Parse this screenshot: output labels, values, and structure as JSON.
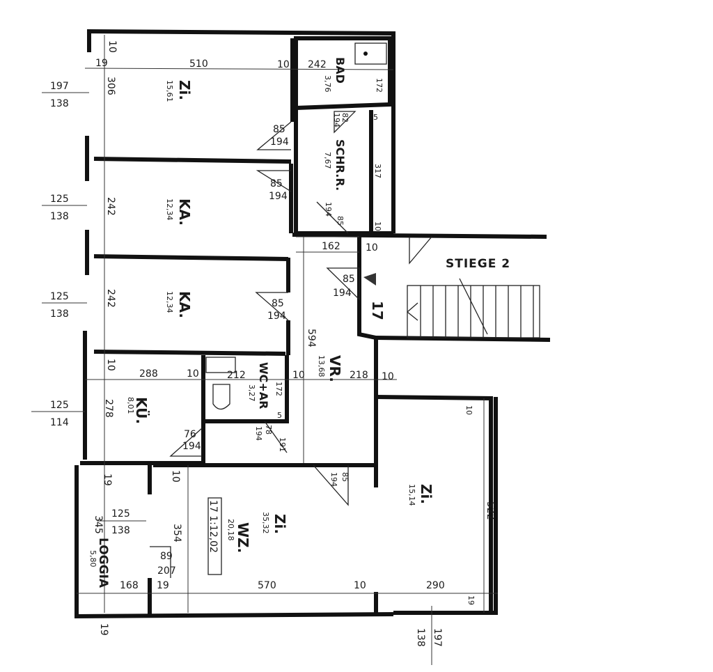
{
  "plan": {
    "stair_label": "STIEGE 2",
    "unit_label": "17",
    "unit_box": "17 1:12,02",
    "rooms": [
      {
        "name": "Zi.",
        "area": "15,61"
      },
      {
        "name": "KA.",
        "area": "12,34"
      },
      {
        "name": "KA.",
        "area": "12,34"
      },
      {
        "name": "KÜ.",
        "area": "8,01"
      },
      {
        "name": "WC+AR",
        "area": "3,27"
      },
      {
        "name": "BAD",
        "area": "3,76"
      },
      {
        "name": "SCHR.R.",
        "area": "7,67"
      },
      {
        "name": "VR.",
        "area": "13,68"
      },
      {
        "name": "Zi.",
        "area": "15,14"
      },
      {
        "name": "WZ.",
        "area": "20,18"
      },
      {
        "name": "Zi.",
        "area": "35,32"
      },
      {
        "name": "LOGGIA",
        "area": "5,80"
      }
    ],
    "windows": [
      {
        "top": "197",
        "bottom": "138"
      },
      {
        "top": "125",
        "bottom": "138"
      },
      {
        "top": "125",
        "bottom": "138"
      },
      {
        "top": "125",
        "bottom": "114"
      },
      {
        "top": "125",
        "bottom": "138"
      },
      {
        "top": "197",
        "bottom": "138"
      }
    ],
    "doors": [
      {
        "w": "85",
        "h": "194"
      },
      {
        "w": "82",
        "h": "194"
      },
      {
        "w": "85",
        "h": "194"
      },
      {
        "w": "85",
        "h": "194"
      },
      {
        "w": "85",
        "h": "194"
      },
      {
        "w": "85",
        "h": "194"
      },
      {
        "w": "76",
        "h": "194"
      },
      {
        "w": "78",
        "h": "194"
      },
      {
        "w": "85",
        "h": "194"
      },
      {
        "w": "89",
        "h": "207"
      }
    ],
    "dims": [
      "10",
      "19",
      "510",
      "10",
      "242",
      "172",
      "5",
      "317",
      "10",
      "306",
      "242",
      "162",
      "10",
      "242",
      "594",
      "10",
      "288",
      "10",
      "212",
      "172",
      "5",
      "10",
      "218",
      "10",
      "278",
      "191",
      "10",
      "522",
      "19",
      "10",
      "345",
      "354",
      "168",
      "19",
      "570",
      "10",
      "290",
      "19",
      "19"
    ]
  }
}
